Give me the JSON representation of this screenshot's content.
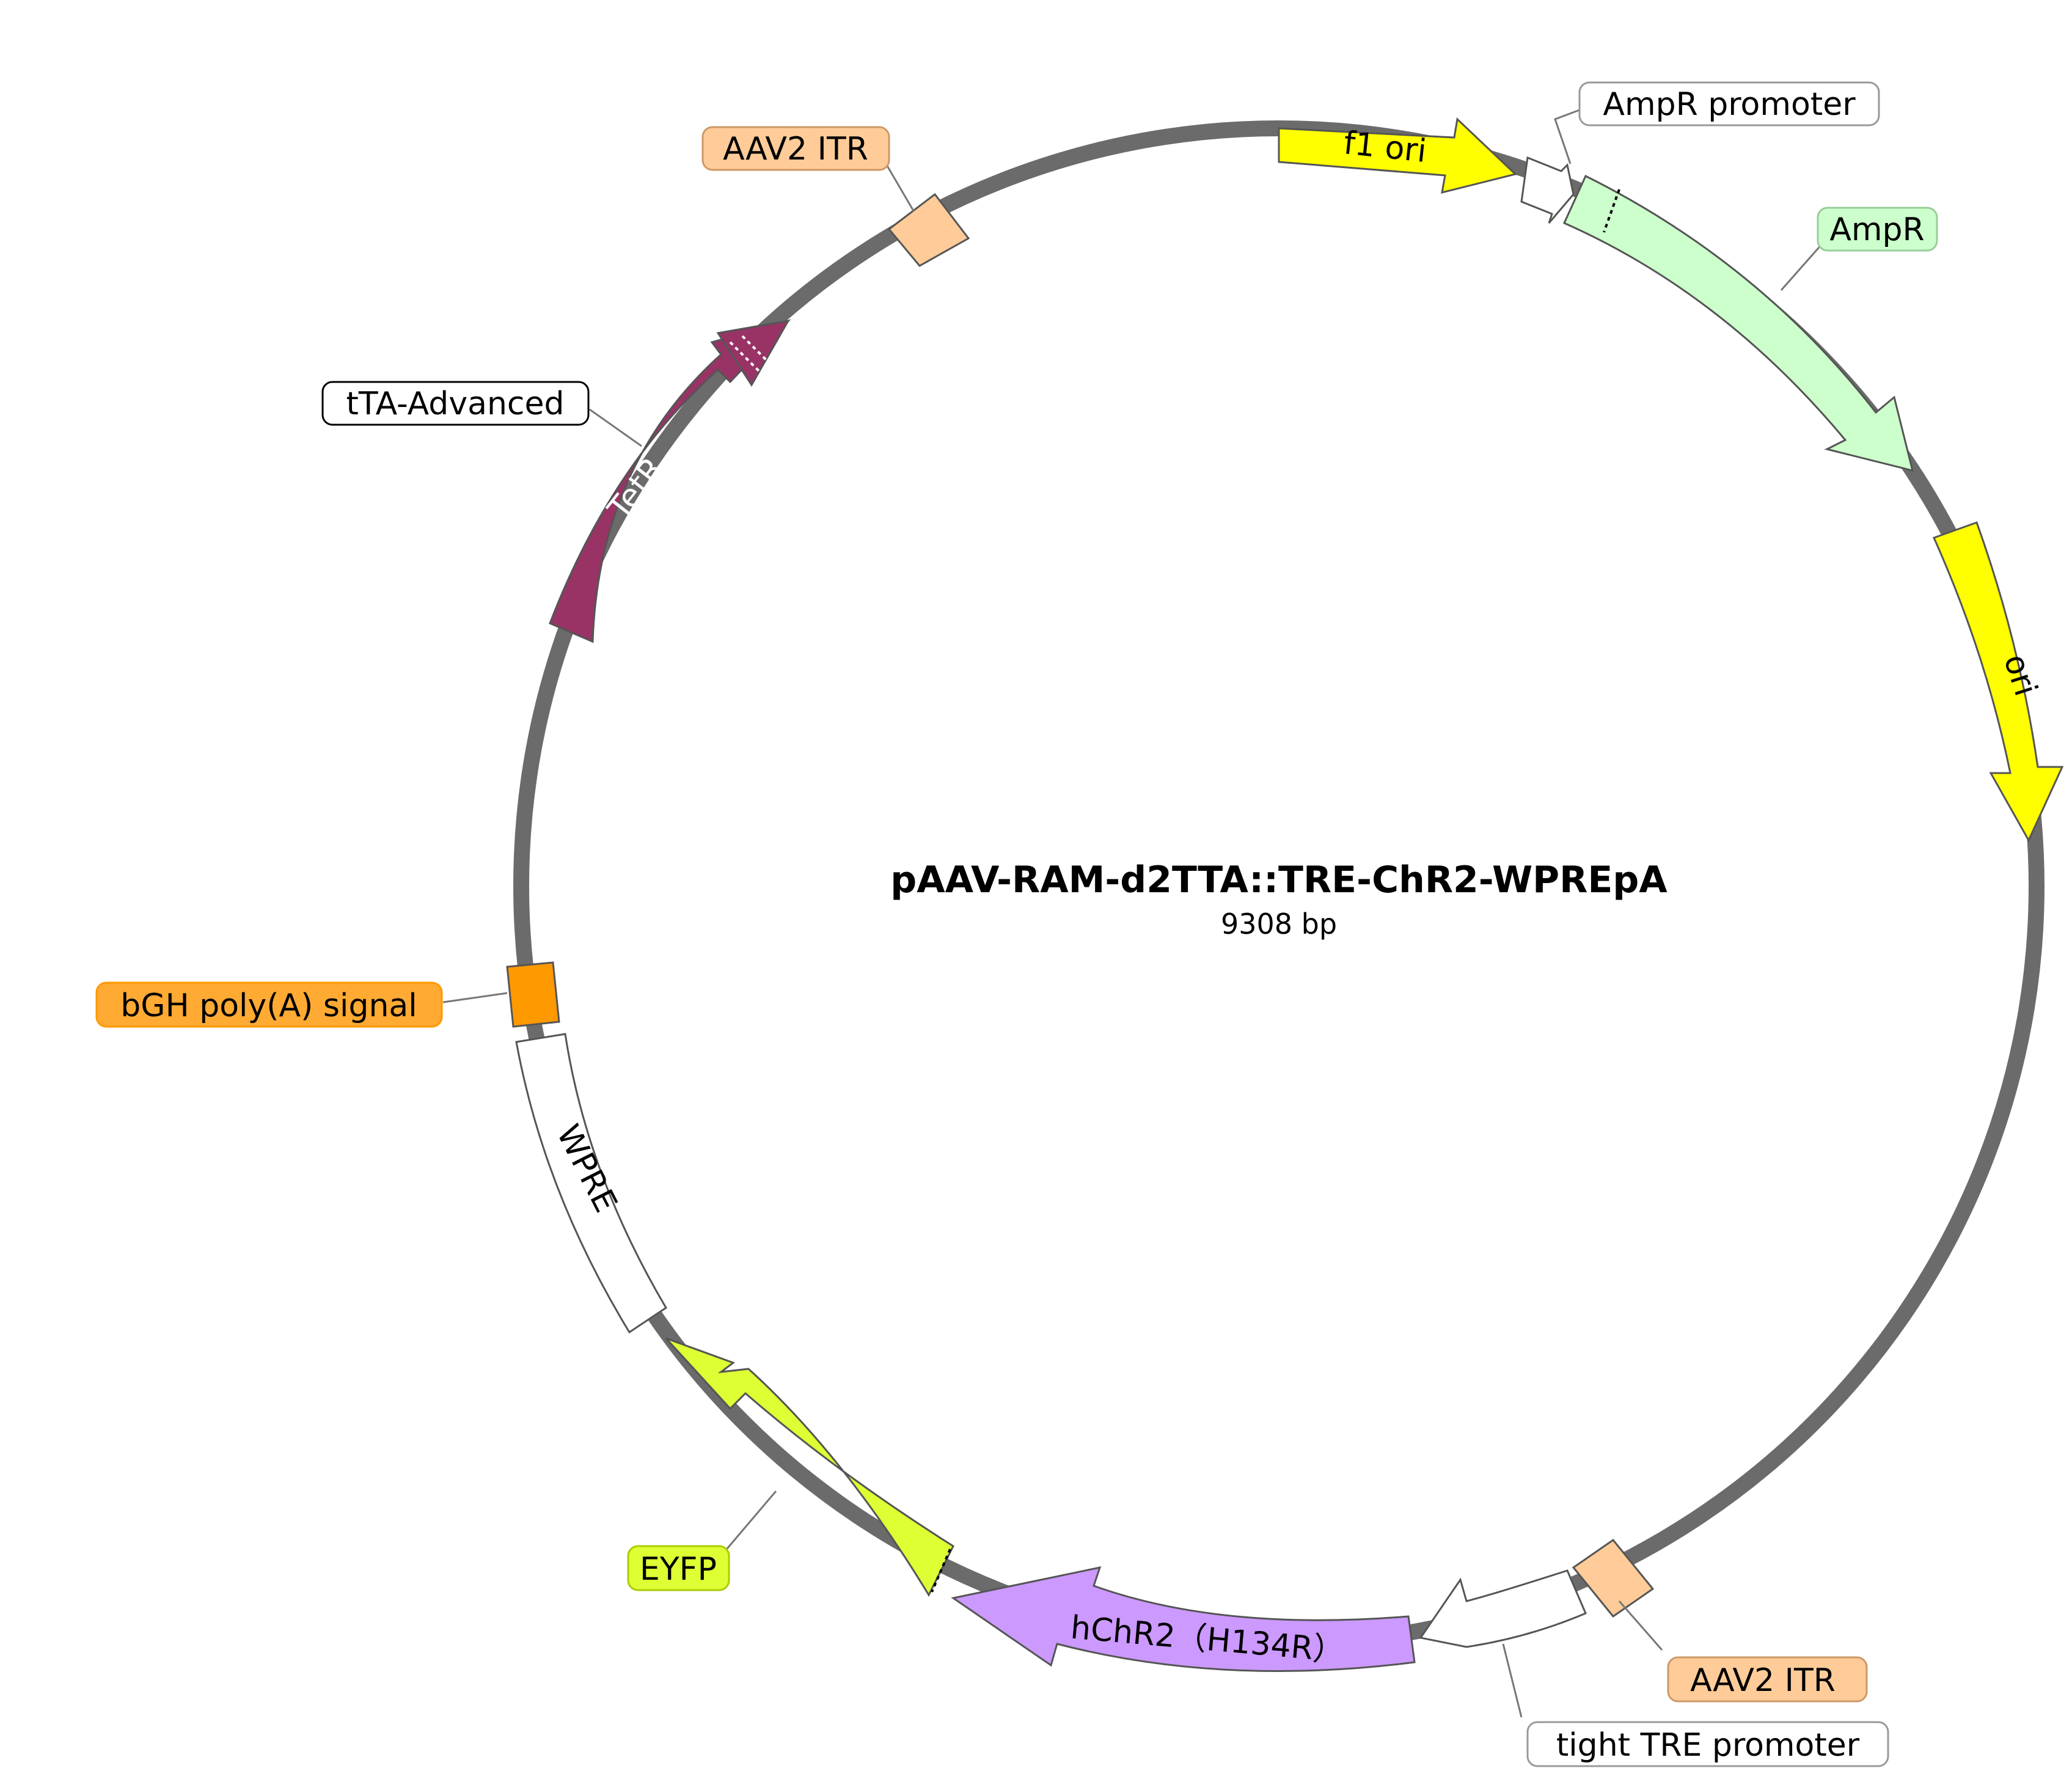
{
  "plasmid": {
    "name": "pAAV-RAM-d2TTA::TRE-ChR2-WPREpA",
    "length_label": "9308 bp"
  },
  "colors": {
    "backbone": "#6b6b6b",
    "feature_stroke": "#555555",
    "label_stroke": "#999999"
  },
  "features": [
    {
      "name": "f1 ori",
      "fill": "#ffff00",
      "text_color": "#000000"
    },
    {
      "name": "AmpR promoter",
      "fill": "#ffffff",
      "text_color": "#000000"
    },
    {
      "name": "AmpR",
      "fill": "#ccffcc",
      "text_color": "#000000"
    },
    {
      "name": "ori",
      "fill": "#ffff00",
      "text_color": "#000000"
    },
    {
      "name": "AAV2 ITR",
      "fill": "#ffcc99",
      "text_color": "#000000"
    },
    {
      "name": "tight TRE promoter",
      "fill": "#ffffff",
      "text_color": "#000000"
    },
    {
      "name": "hChR2（H134R）",
      "fill": "#cc99ff",
      "text_color": "#000000"
    },
    {
      "name": "EYFP",
      "fill": "#ddff33",
      "text_color": "#000000"
    },
    {
      "name": "WPRE",
      "fill": "#ffffff",
      "text_color": "#000000"
    },
    {
      "name": "bGH poly(A) signal",
      "fill": "#ff9900",
      "text_color": "#000000"
    },
    {
      "name": "TetR",
      "fill": "#993366",
      "text_color": "#ffffff"
    },
    {
      "name": "tTA-Advanced",
      "fill": "#ffffff",
      "text_color": "#000000"
    },
    {
      "name": "AAV2 ITR",
      "fill": "#ffcc99",
      "text_color": "#000000"
    }
  ],
  "labels": {
    "ampr_promoter": {
      "text": "AmpR promoter",
      "fill": "#ffffff",
      "stroke": "#999999"
    },
    "ampr": {
      "text": "AmpR",
      "fill": "#ccffcc",
      "stroke": "#99cc99"
    },
    "aav2_itr_top": {
      "text": "AAV2 ITR",
      "fill": "#ffcc99",
      "stroke": "#cc9966"
    },
    "tta_advanced": {
      "text": "tTA-Advanced",
      "fill": "#ffffff",
      "stroke": "#000000"
    },
    "bgh": {
      "text": "bGH poly(A) signal",
      "fill": "#ffaa33",
      "stroke": "#ff9900"
    },
    "eyfp": {
      "text": "EYFP",
      "fill": "#ddff33",
      "stroke": "#aacc00"
    },
    "aav2_itr_bottom": {
      "text": "AAV2 ITR",
      "fill": "#ffcc99",
      "stroke": "#cc9966"
    },
    "tight_tre": {
      "text": "tight TRE promoter",
      "fill": "#ffffff",
      "stroke": "#999999"
    }
  }
}
